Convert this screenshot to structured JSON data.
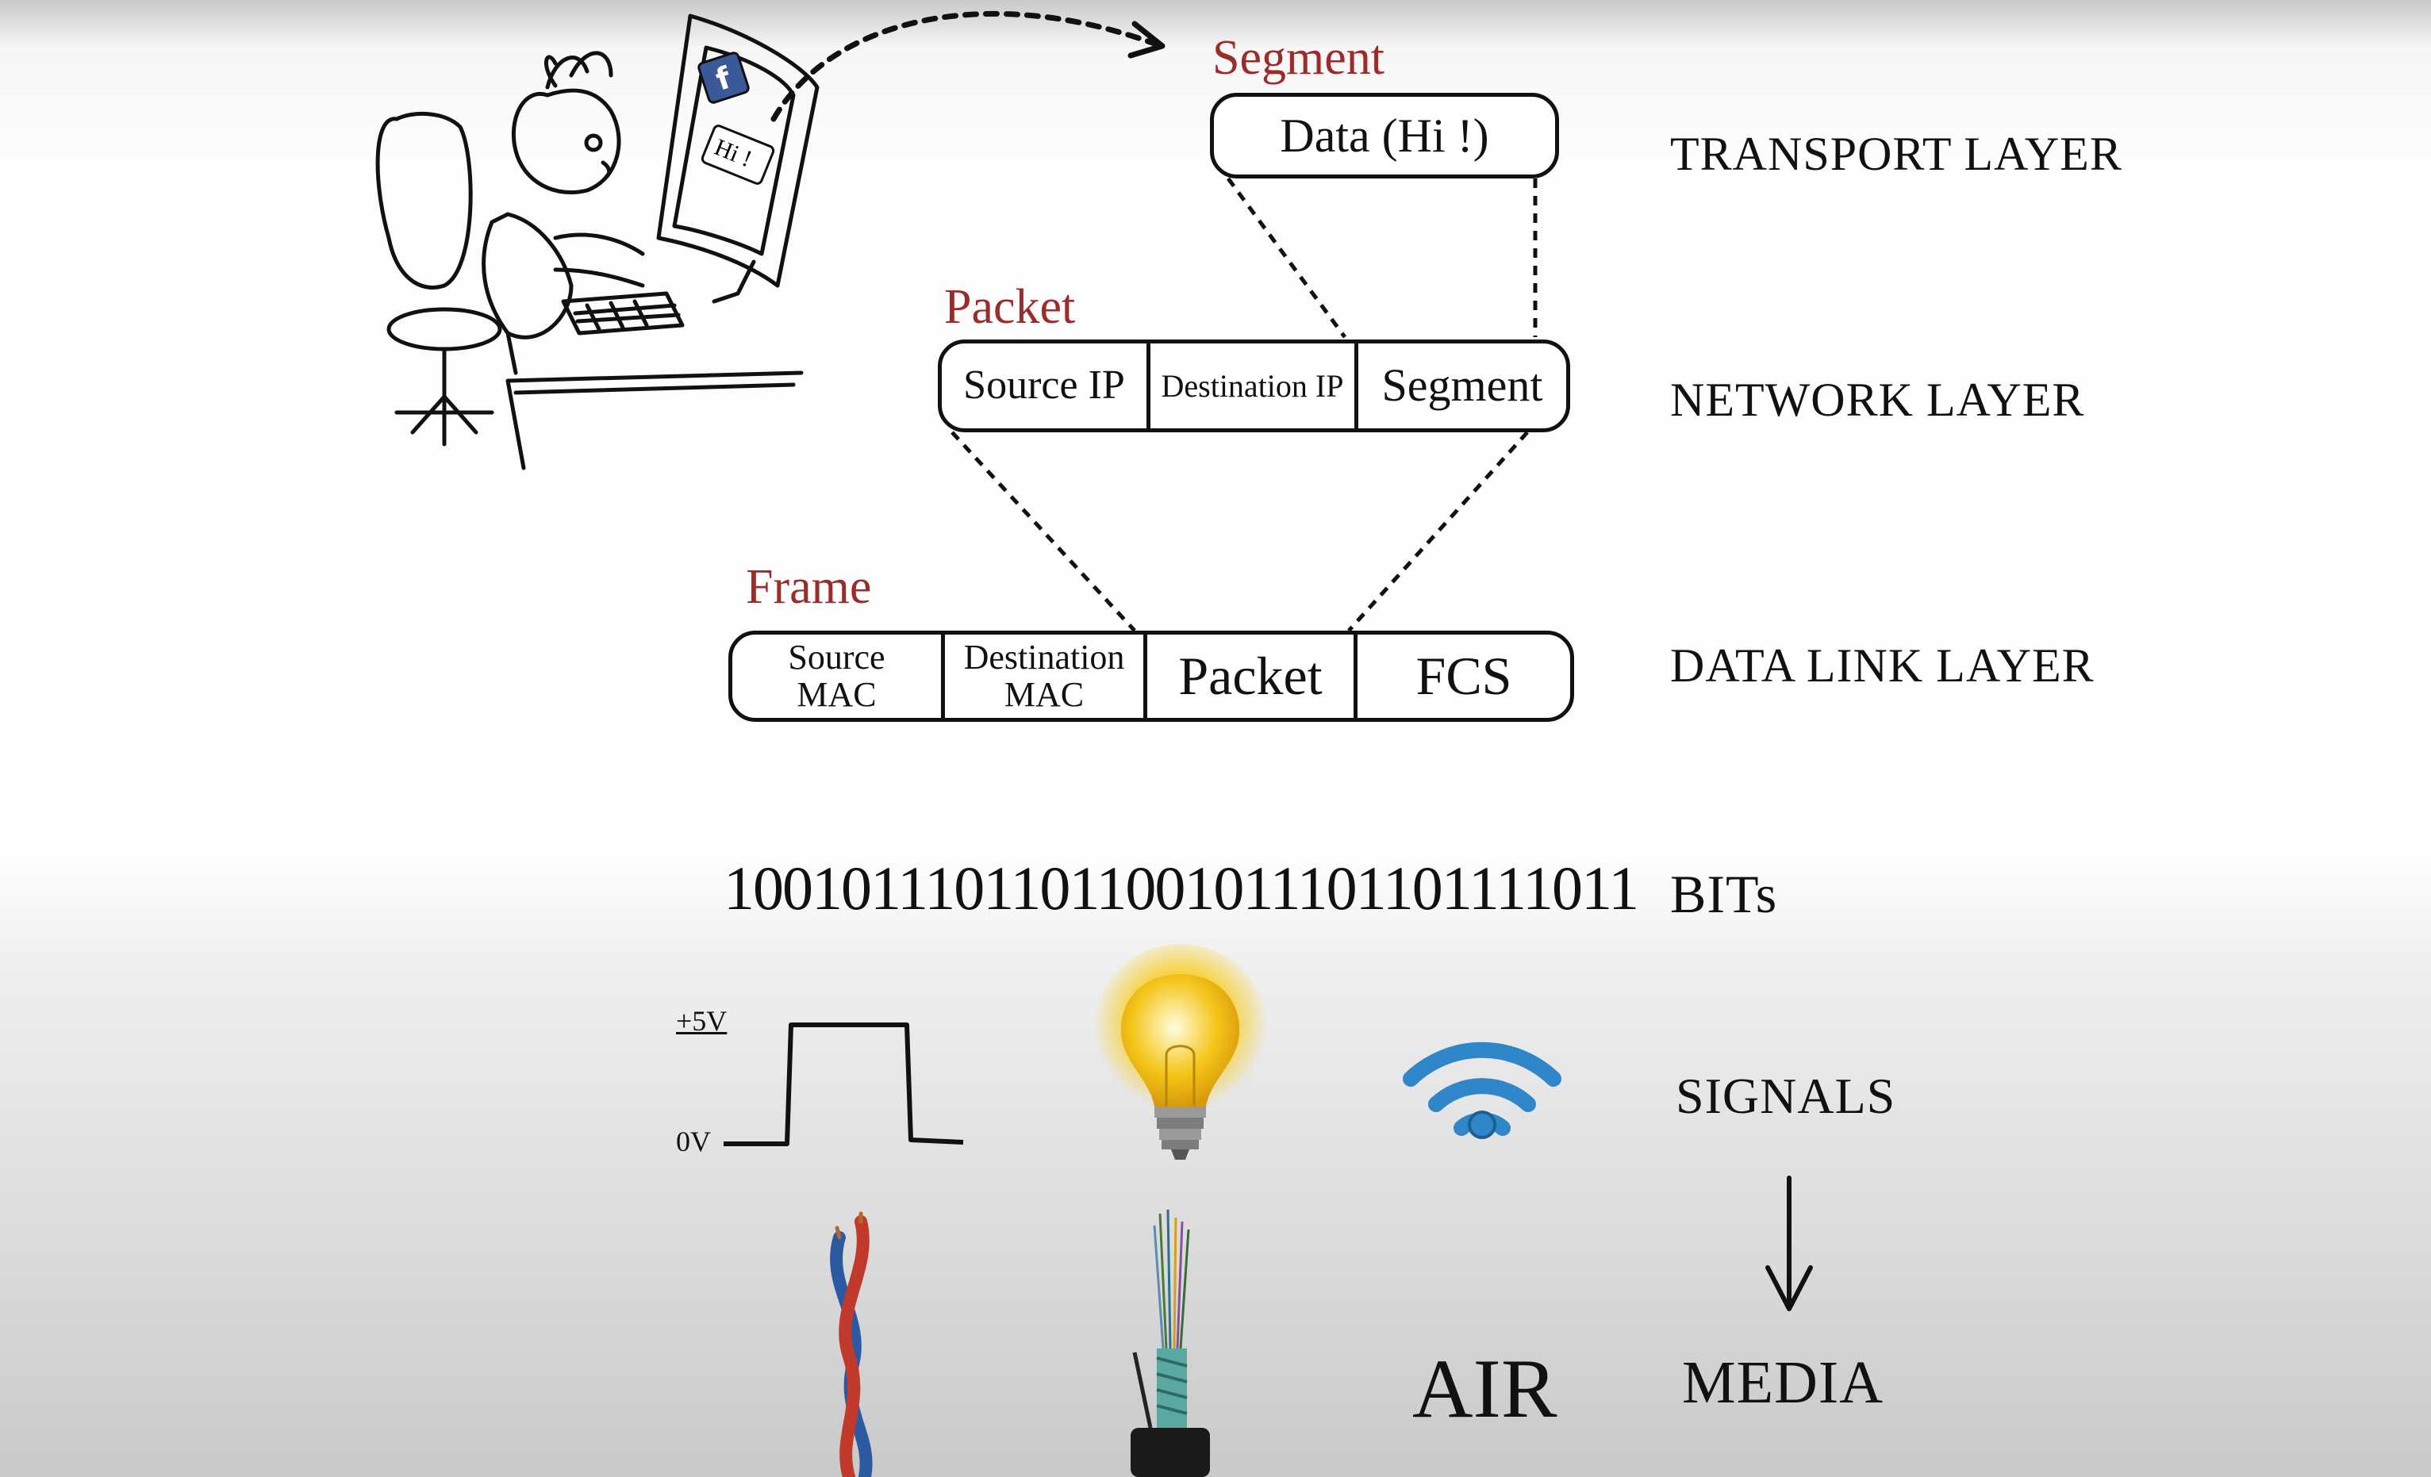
{
  "transport": {
    "name": "Segment",
    "content": "Data (Hi !)",
    "layer": "TRANSPORT LAYER"
  },
  "network": {
    "name": "Packet",
    "fields": [
      "Source IP",
      "Destination IP",
      "Segment"
    ],
    "layer": "NETWORK LAYER"
  },
  "datalink": {
    "name": "Frame",
    "fields": [
      "Source MAC",
      "Destination MAC",
      "Packet",
      "FCS"
    ],
    "layer": "DATA LINK LAYER"
  },
  "bits": {
    "value": "10010111011011001011101101111011",
    "layer": "BITs"
  },
  "signals": {
    "high": "+5V",
    "low": "0V",
    "layer": "SIGNALS"
  },
  "media": {
    "air": "AIR",
    "layer": "MEDIA"
  },
  "screen_text": {
    "app_icon": "f",
    "message": "Hi !"
  },
  "colors": {
    "label_red": "#9b2c2c",
    "wifi_blue": "#2f86c8",
    "cable_red": "#c0392b",
    "cable_blue": "#2c5aa0"
  }
}
